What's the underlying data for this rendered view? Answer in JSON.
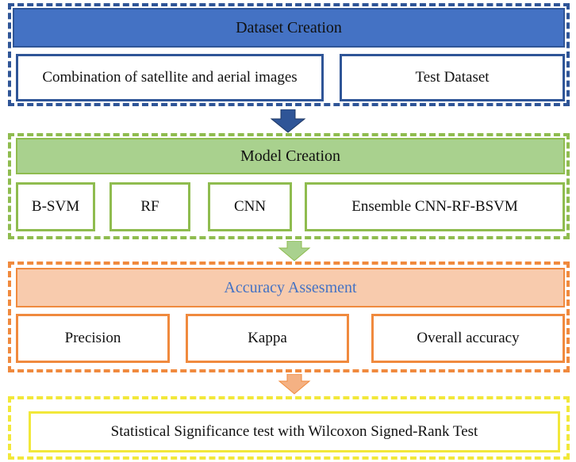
{
  "dataset": {
    "title": "Dataset Creation",
    "items": [
      "Combination of satellite and aerial images",
      "Test Dataset"
    ],
    "color": "#2f5597",
    "header_fill": "#4472c4"
  },
  "model": {
    "title": "Model Creation",
    "items": [
      "B-SVM",
      "RF",
      "CNN",
      "Ensemble CNN-RF-BSVM"
    ],
    "color": "#8fbc4f",
    "header_fill": "#a9d18e"
  },
  "accuracy": {
    "title": "Accuracy Assesment",
    "items": [
      "Precision",
      "Kappa",
      "Overall accuracy"
    ],
    "color": "#f08a3e",
    "header_fill": "#f8cbad",
    "title_color": "#4472c4"
  },
  "statistics": {
    "items": [
      "Statistical Significance test with Wilcoxon Signed-Rank Test"
    ],
    "color": "#f2e83a"
  },
  "arrows": [
    {
      "name": "arrow-down-blue-icon",
      "fill": "#2f5597"
    },
    {
      "name": "arrow-down-green-icon",
      "fill": "#a9d18e"
    },
    {
      "name": "arrow-down-orange-icon",
      "fill": "#f4b183"
    }
  ]
}
